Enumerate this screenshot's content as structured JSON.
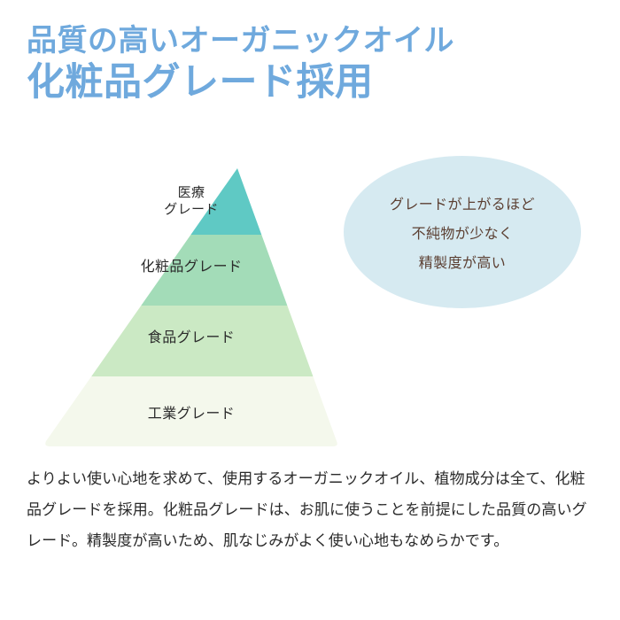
{
  "heading": {
    "line1": "品質の高いオーガニックオイル",
    "line2": "化粧品グレード採用",
    "color": "#6fa9dd"
  },
  "pyramid": {
    "name": "grade-pyramid",
    "tiers": [
      {
        "id": "medical",
        "label_line1": "医療",
        "label_line2": "グレード",
        "color": "#5fc9c4"
      },
      {
        "id": "cosmetic",
        "label": "化粧品グレード",
        "color": "#a3dcb8"
      },
      {
        "id": "food",
        "label": "食品グレード",
        "color": "#cbe9c4"
      },
      {
        "id": "industry",
        "label": "工業グレード",
        "color": "#f4f8ec"
      }
    ]
  },
  "callout": {
    "background_color": "#d6eaf1",
    "text_color": "#5c4033",
    "line1": "グレードが上がるほど",
    "line2": "不純物が少なく",
    "line3": "精製度が高い"
  },
  "body": {
    "paragraph": "よりよい使い心地を求めて、使用するオーガニックオイル、植物成分は全て、化粧品グレードを採用。化粧品グレードは、お肌に使うことを前提にした品質の高いグレード。精製度が高いため、肌なじみがよく使い心地もなめらかです。"
  }
}
